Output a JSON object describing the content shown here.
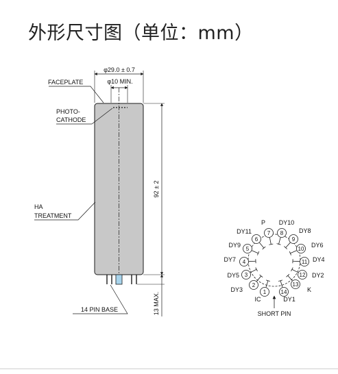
{
  "title": "外形尺寸图（单位：mm）",
  "dims": {
    "diameter": "φ29.0 ± 0.7",
    "window": "φ10 MIN.",
    "length": "92 ± 2",
    "pins": "13 MAX."
  },
  "labels": {
    "faceplate": "FACEPLATE",
    "photo1": "PHOTO-",
    "photo2": "CATHODE",
    "ha1": "HA",
    "ha2": "TREATMENT",
    "base": "14 PIN BASE",
    "short_pin": "SHORT PIN"
  },
  "pins": [
    {
      "num": "1",
      "label": "IC"
    },
    {
      "num": "2",
      "label": "DY3"
    },
    {
      "num": "3",
      "label": "DY5"
    },
    {
      "num": "4",
      "label": "DY7"
    },
    {
      "num": "5",
      "label": "DY9"
    },
    {
      "num": "6",
      "label": "DY11"
    },
    {
      "num": "7",
      "label": "P"
    },
    {
      "num": "8",
      "label": "DY10"
    },
    {
      "num": "9",
      "label": "DY8"
    },
    {
      "num": "10",
      "label": "DY6"
    },
    {
      "num": "11",
      "label": "DY4"
    },
    {
      "num": "12",
      "label": "DY2"
    },
    {
      "num": "13",
      "label": "K"
    },
    {
      "num": "14",
      "label": "DY1"
    }
  ],
  "colors": {
    "tube": "#c8c8c8",
    "line": "#1a1a1a"
  }
}
